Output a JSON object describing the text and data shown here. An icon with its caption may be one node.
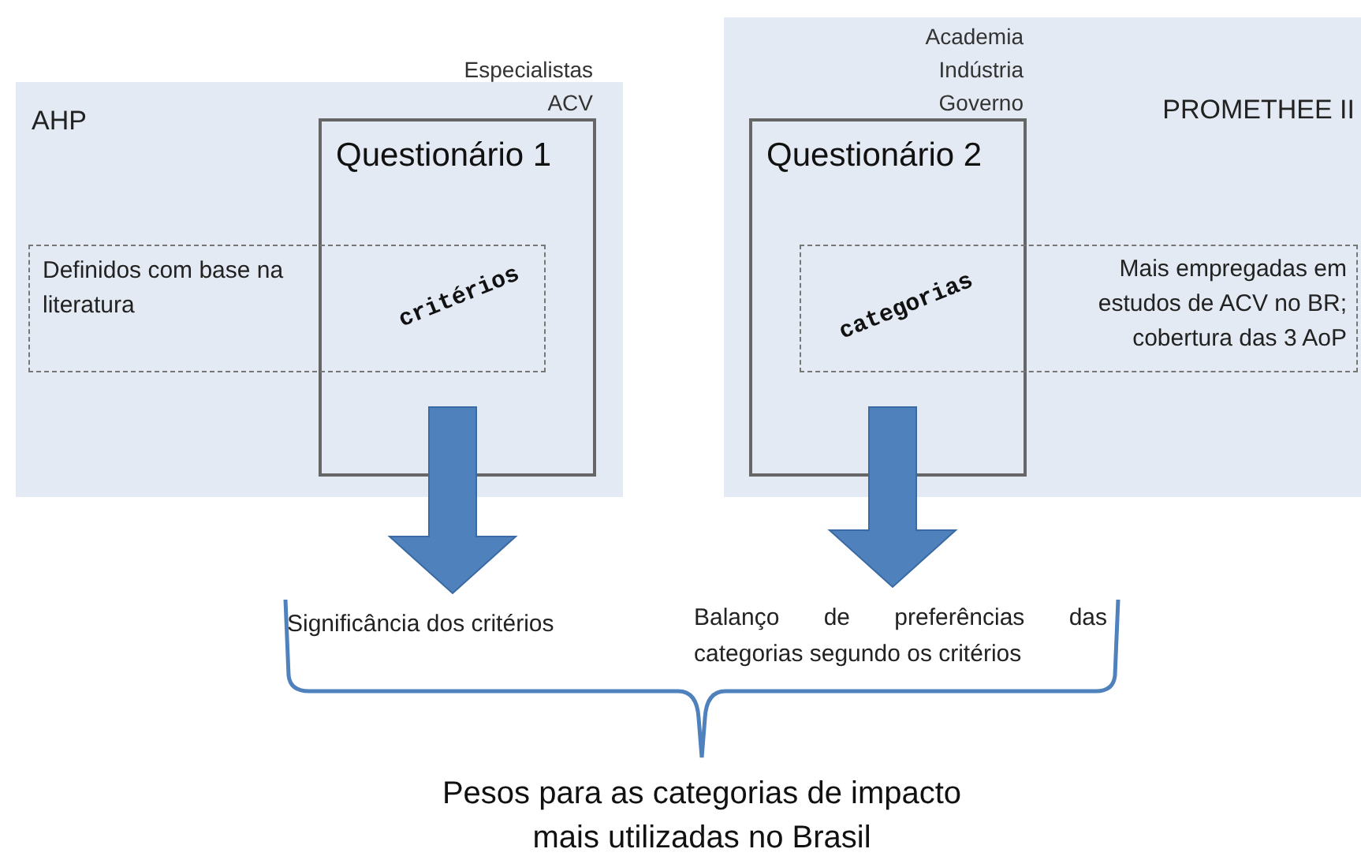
{
  "diagram": {
    "nodes": [
      {
        "text": [
          "AHP"
        ]
      },
      {
        "text": [
          "Questionário 1"
        ],
        "beside": [
          "Especialistas ACV"
        ],
        "in": 0
      },
      {
        "text": [
          "Definidos com base na literatura",
          "critérios"
        ],
        "in": 0
      },
      {
        "text": [
          "PROMETHEE II"
        ]
      },
      {
        "text": [
          "Questionário 2"
        ],
        "beside": [
          "Academia Indústria Governo"
        ],
        "in": 3
      },
      {
        "text": [
          "categorias",
          "Mais empregadas em estudos de ACV no BR; cobertura das 3 AoP"
        ],
        "in": 3
      },
      {
        "text": [
          "Significância dos critérios"
        ]
      },
      {
        "text": [
          "Balanço de preferências das categorias segundo os critérios"
        ]
      },
      {
        "text": [
          "Pesos para as categorias de impacto mais utilizadas no Brasil"
        ]
      }
    ],
    "edges": [
      {
        "from": 1,
        "to": 6,
        "arrow": "to",
        "style": "thick"
      },
      {
        "from": 4,
        "to": 7,
        "arrow": "to",
        "style": "thick"
      }
    ]
  }
}
